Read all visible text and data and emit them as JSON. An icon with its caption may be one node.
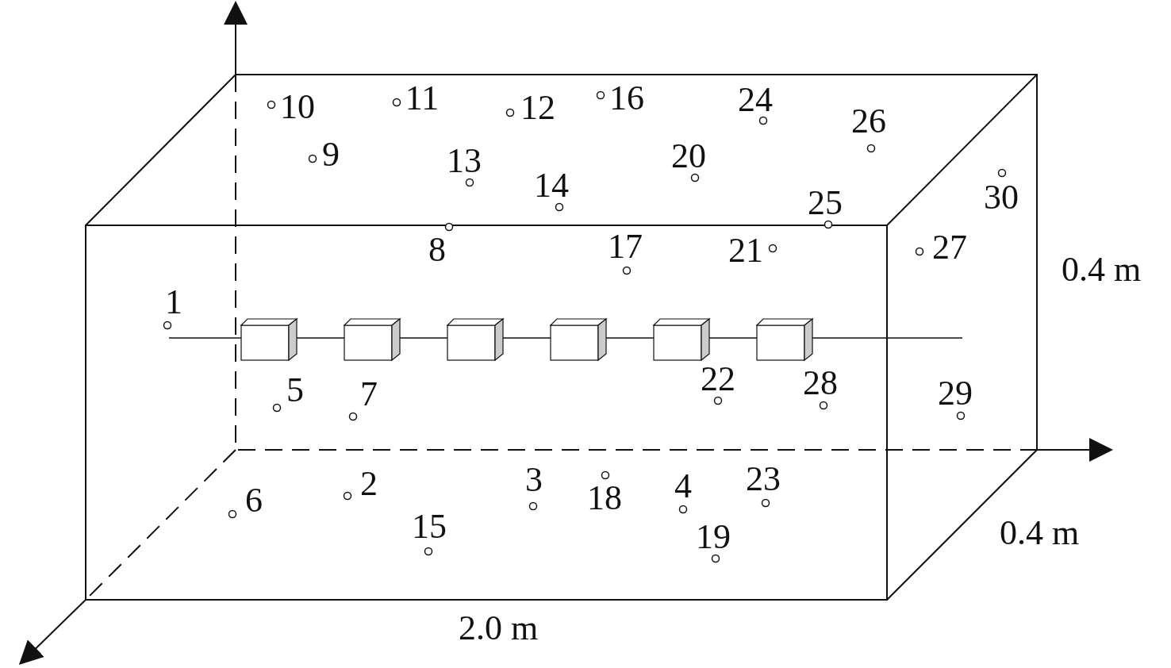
{
  "diagram": {
    "labels": [
      "10",
      "11",
      "12",
      "16",
      "24",
      "26",
      "9",
      "13",
      "20",
      "14",
      "25",
      "30",
      "8",
      "17",
      "21",
      "27",
      "0.4 m",
      "1",
      "5",
      "7",
      "22",
      "28",
      "29",
      "2",
      "3",
      "18",
      "4",
      "23",
      "6",
      "15",
      "19",
      "0.4 m",
      "2.0 m"
    ]
  }
}
